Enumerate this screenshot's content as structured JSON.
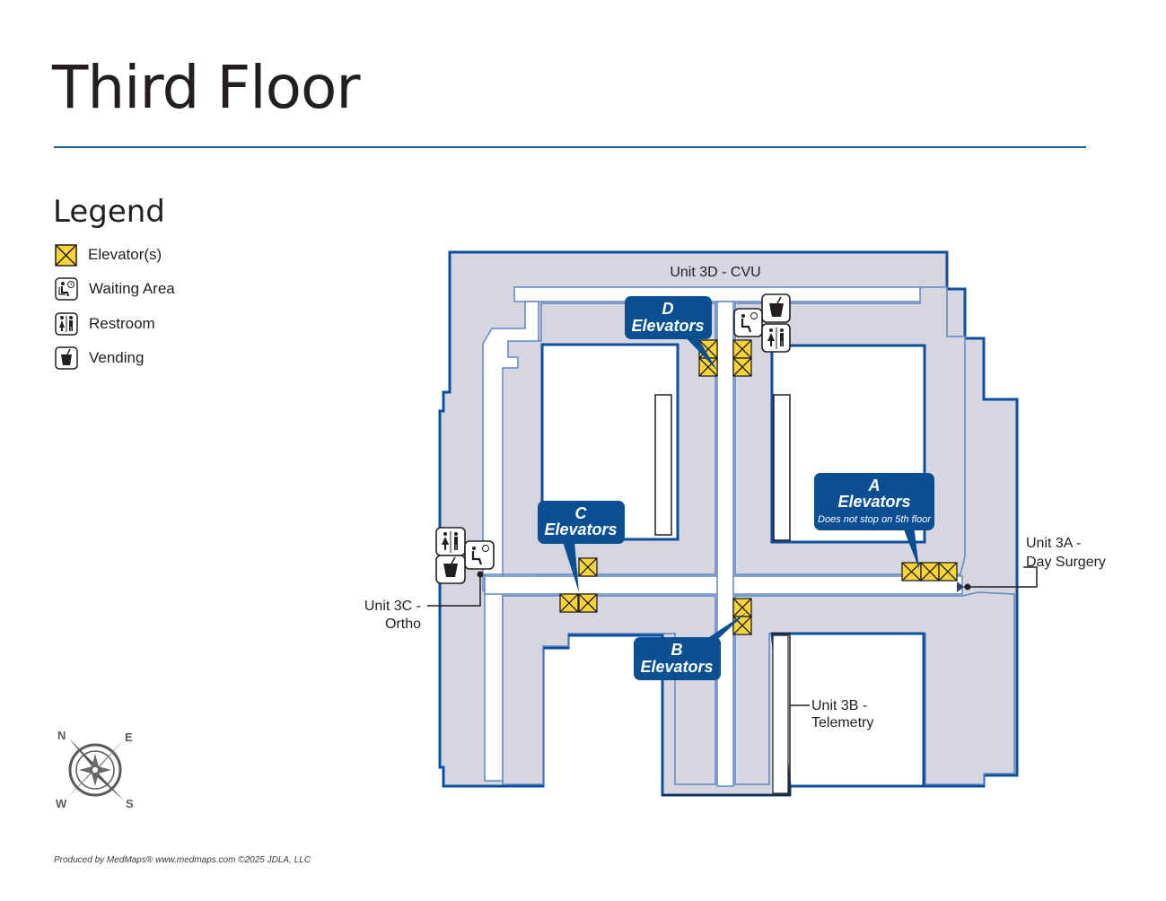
{
  "title": "Third Floor",
  "legend": {
    "heading": "Legend",
    "items": [
      {
        "icon": "elevator-icon",
        "label": "Elevator(s)"
      },
      {
        "icon": "waiting-area-icon",
        "label": "Waiting Area"
      },
      {
        "icon": "restroom-icon",
        "label": "Restroom"
      },
      {
        "icon": "vending-icon",
        "label": "Vending"
      }
    ]
  },
  "map": {
    "units": {
      "unit_3d": "Unit 3D - CVU",
      "unit_3a_line1": "Unit 3A -",
      "unit_3a_line2": "Day Surgery",
      "unit_3c_line1": "Unit 3C -",
      "unit_3c_line2": "Ortho",
      "unit_3b_line1": "Unit 3B -",
      "unit_3b_line2": "Telemetry"
    },
    "elevator_callouts": {
      "d": {
        "letter": "D",
        "word": "Elevators"
      },
      "c": {
        "letter": "C",
        "word": "Elevators"
      },
      "a": {
        "letter": "A",
        "word": "Elevators",
        "note": "Does not stop on 5th floor"
      },
      "b": {
        "letter": "B",
        "word": "Elevators"
      }
    }
  },
  "compass": {
    "n": "N",
    "e": "E",
    "s": "S",
    "w": "W"
  },
  "footer": "Produced by MedMaps®  www.medmaps.com   ©2025 JDLA, LLC",
  "colors": {
    "floor_fill": "#d5d6e0",
    "wall_blue": "#0d4f9c",
    "corridor_outline": "#5f86c6",
    "elevator_yellow": "#f9d33a",
    "callout_blue": "#0b4f93",
    "rule_blue": "#1e5b97"
  }
}
